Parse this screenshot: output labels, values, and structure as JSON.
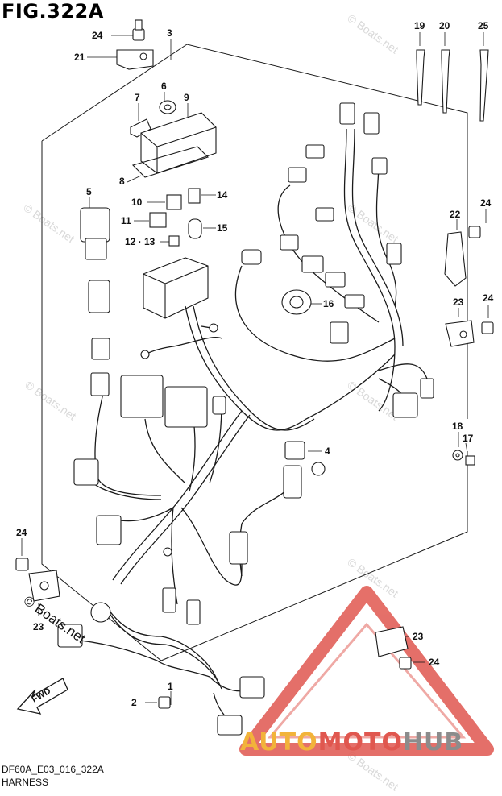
{
  "figure": {
    "title": "FIG.322A",
    "code": "DF60A_E03_016_322A",
    "name": "HARNESS"
  },
  "callouts": [
    "1",
    "2",
    "3",
    "4",
    "5",
    "6",
    "7",
    "8",
    "9",
    "10",
    "11",
    "12 · 13",
    "14",
    "15",
    "16",
    "17",
    "18",
    "19",
    "20",
    "21",
    "22",
    "23",
    "24",
    "25"
  ],
  "callout_labels": {
    "c1": "1",
    "c2": "2",
    "c3": "3",
    "c4": "4",
    "c5": "5",
    "c6": "6",
    "c7": "7",
    "c8": "8",
    "c9": "9",
    "c10": "10",
    "c11": "11",
    "c12_13": "12 · 13",
    "c14": "14",
    "c15": "15",
    "c16": "16",
    "c17": "17",
    "c18": "18",
    "c19": "19",
    "c20": "20",
    "c21": "21",
    "c22": "22",
    "c23": "23",
    "c24": "24",
    "c25": "25"
  },
  "watermark": {
    "copyright": "© Boats.net",
    "faint": "© Boats.net"
  },
  "fwd_label": "FWD",
  "brand": {
    "part1": "AUTO",
    "part2": "MOTO",
    "part3": "HUB"
  },
  "colors": {
    "line": "#1a1a1a",
    "brand_yellow": "#f2b33a",
    "brand_red": "#e0574f",
    "brand_gray": "#8c8c8c",
    "triangle_red": "#e0574f"
  }
}
